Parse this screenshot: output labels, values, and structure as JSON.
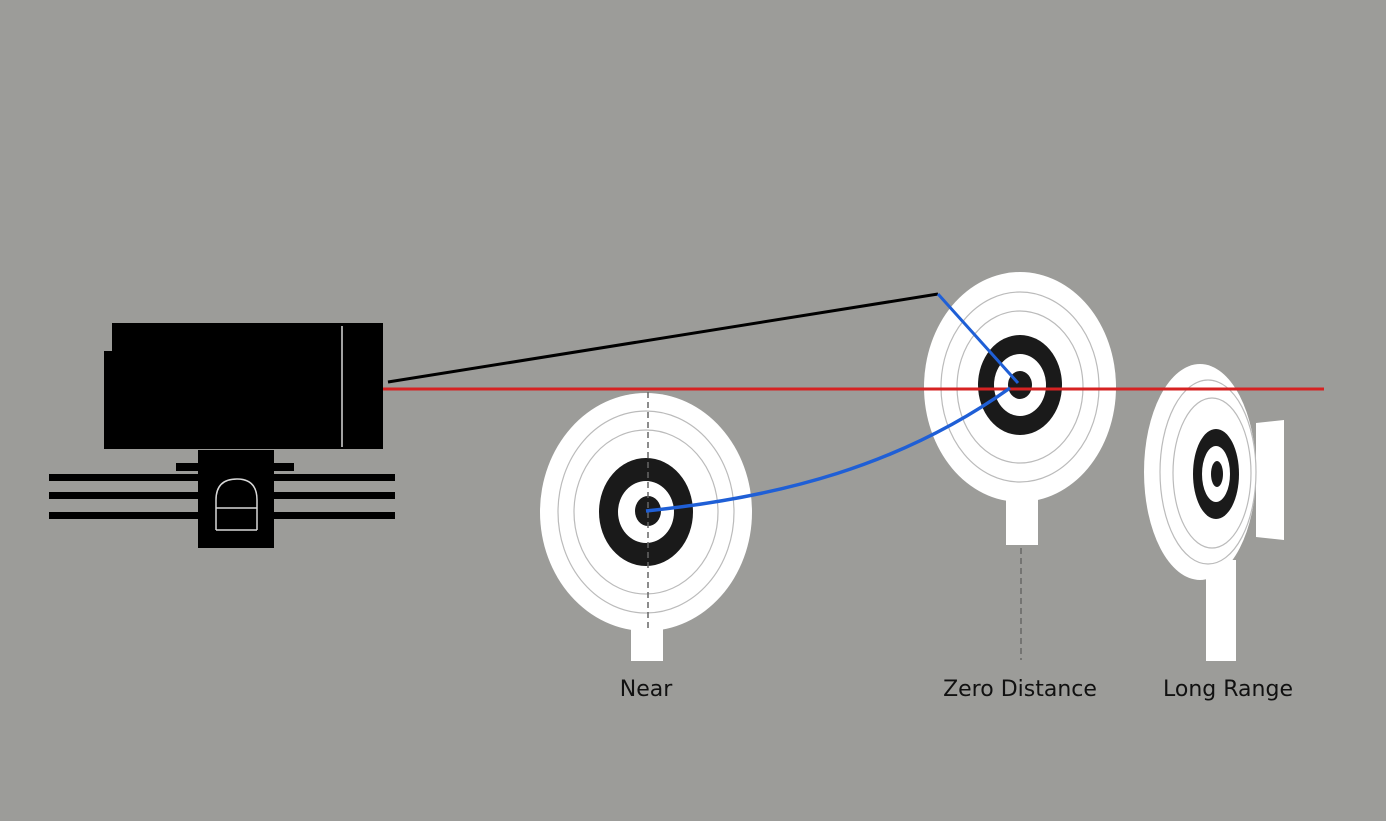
{
  "labels": {
    "near": "Near",
    "zero_distance": "Zero Distance",
    "long_range": "Long Range"
  },
  "colors": {
    "background": "#9c9c99",
    "sight_line": "#d62222",
    "trajectory": "#1f5fd6",
    "target_face": "#ffffff",
    "ring_dark": "#1a1a1a",
    "ring_line": "#b8b8b8"
  },
  "icons": {
    "scope": "scope-icon",
    "mount": "rail-mount-icon"
  }
}
